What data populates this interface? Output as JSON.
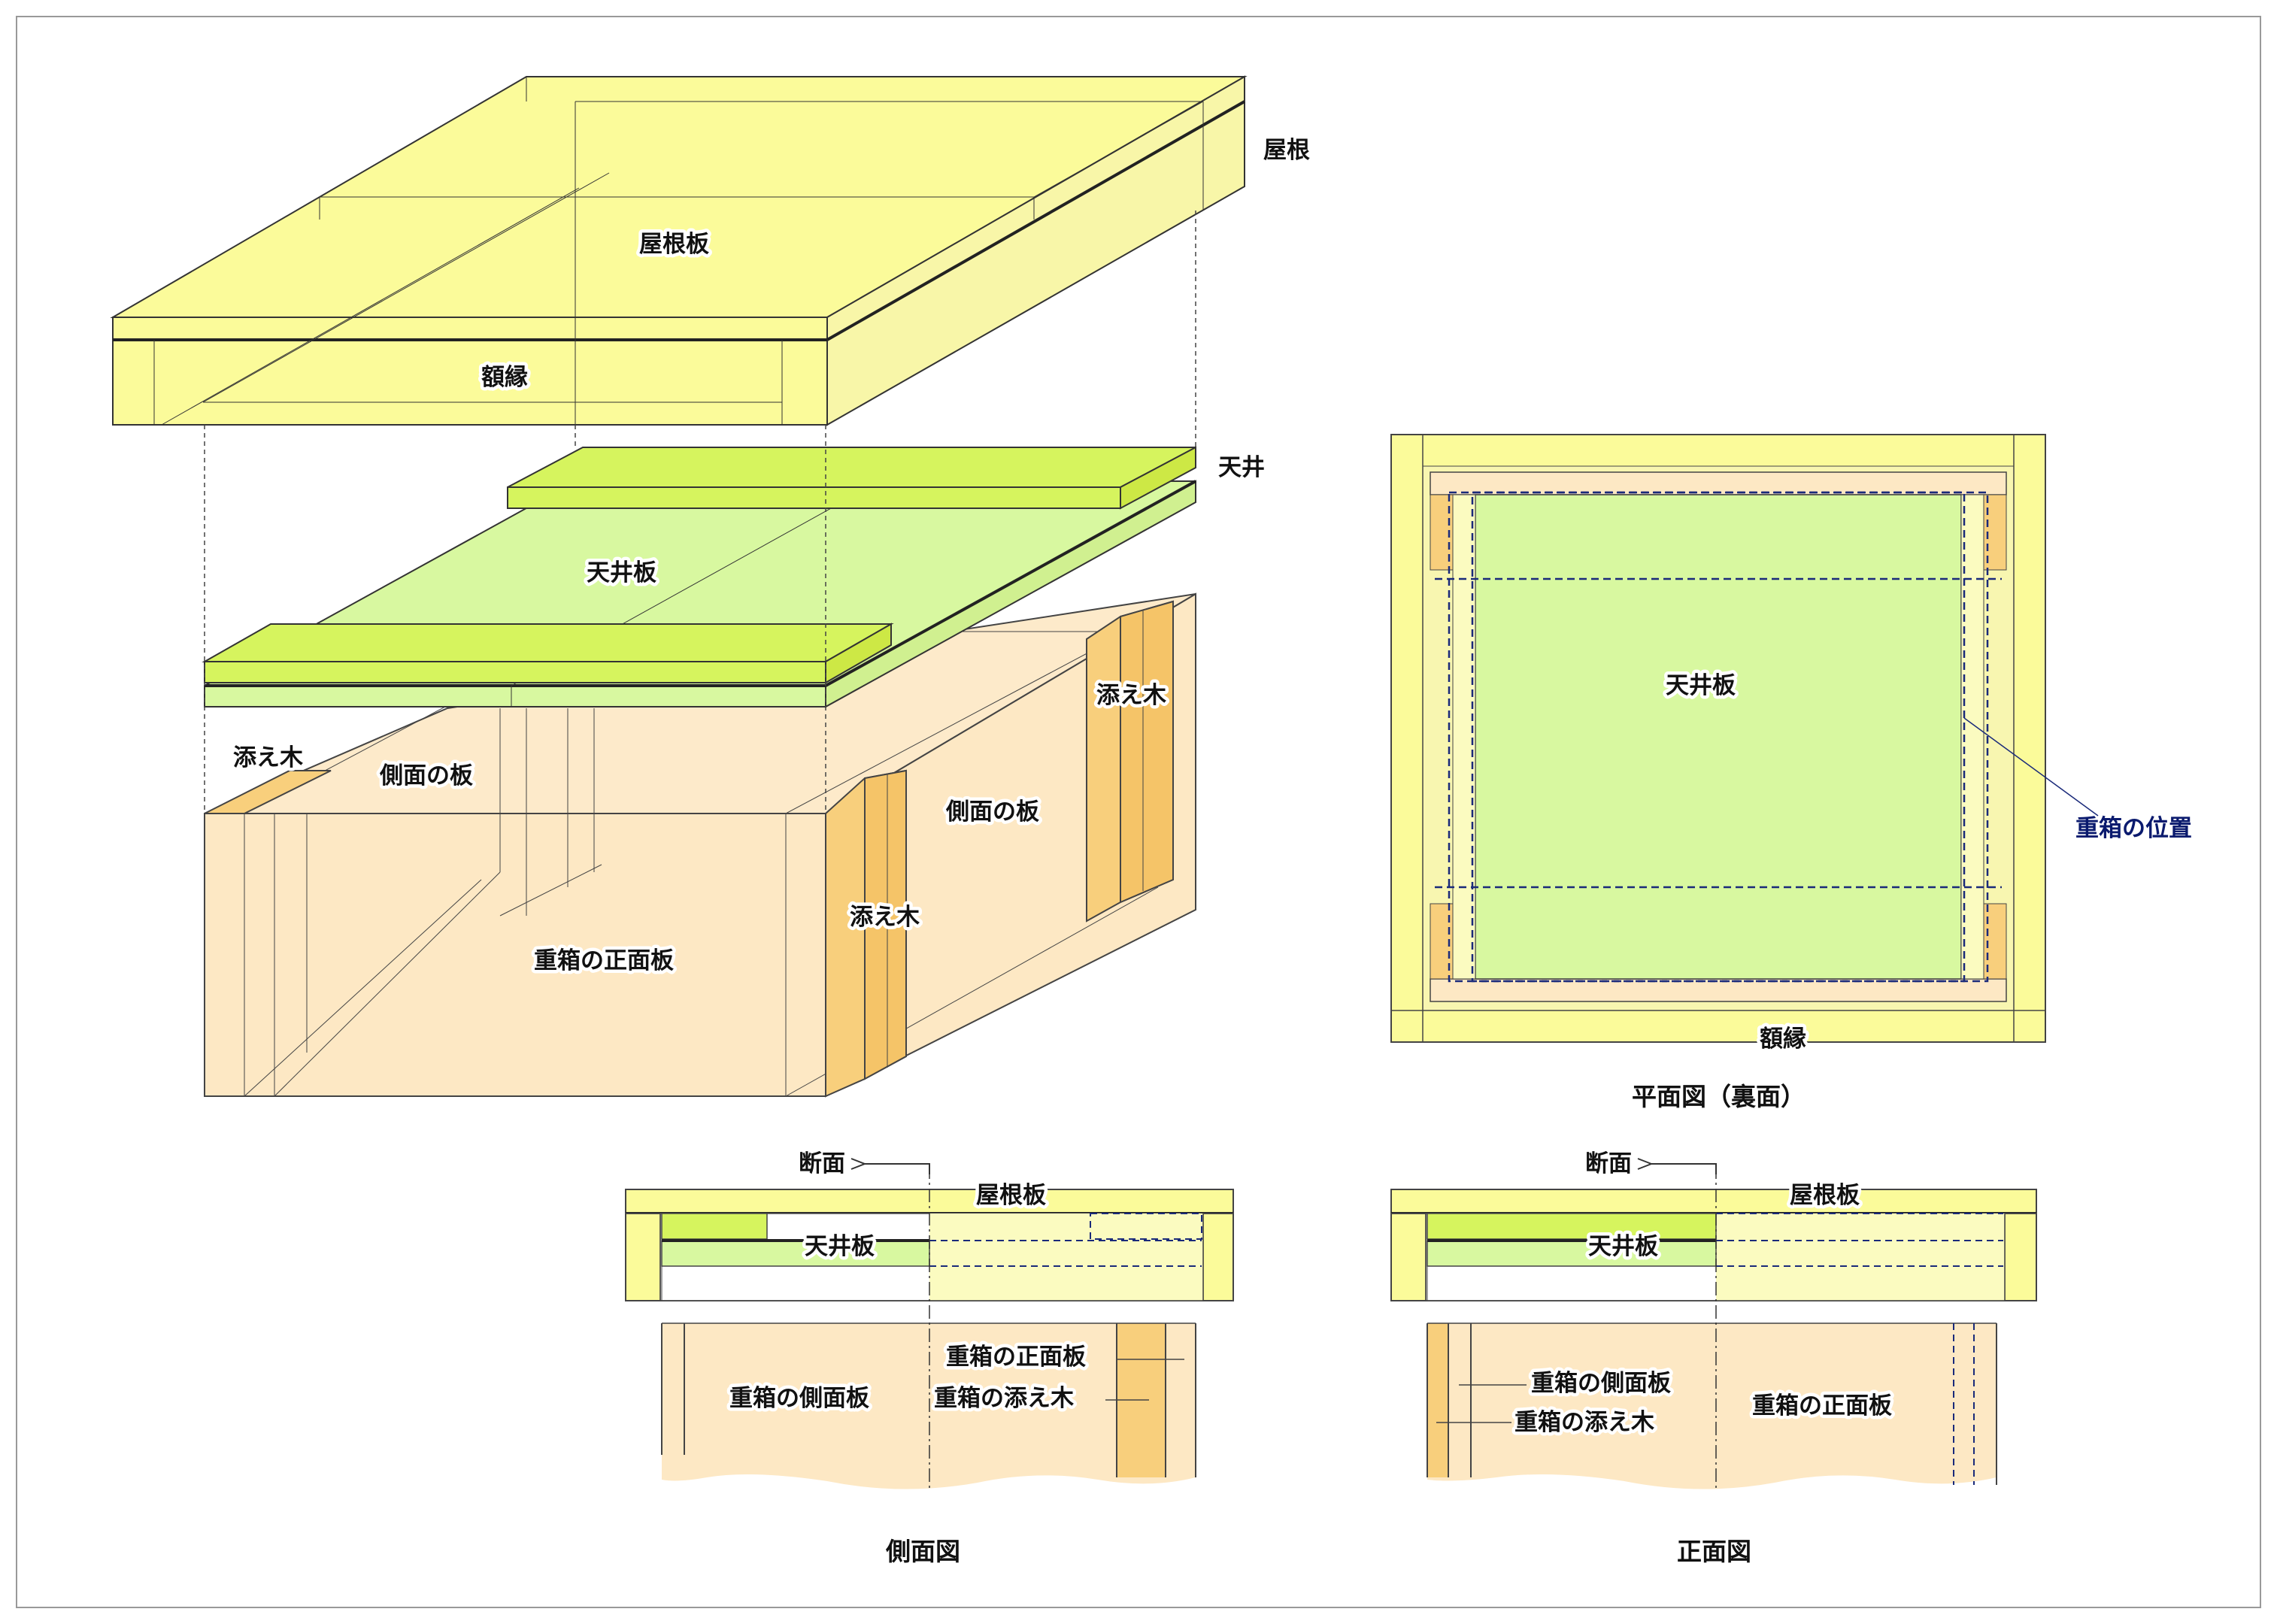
{
  "colors": {
    "roof": "#fbfb9a",
    "roof_side": "#f8f6a8",
    "ceiling_board": "#d8f8a0",
    "ceiling_bar": "#d6f45e",
    "box": "#fde8c4",
    "box_post": "#f8cf7c",
    "line": "#333333",
    "blue_dash": "#1a2a7a"
  },
  "exploded": {
    "roof": "屋根",
    "roof_board": "屋根板",
    "frame": "額縁",
    "ceiling": "天井",
    "ceiling_board": "天井板",
    "spacer_left": "添え木",
    "spacer_front": "添え木",
    "spacer_right": "添え木",
    "side_board_left": "側面の板",
    "side_board_right": "側面の板",
    "front_board": "重箱の正面板"
  },
  "plan": {
    "ceiling_board": "天井板",
    "box_position": "重箱の位置",
    "frame": "額縁",
    "title": "平面図（裏面）"
  },
  "side_view": {
    "section": "断面",
    "roof_board": "屋根板",
    "ceiling_board": "天井板",
    "box_side": "重箱の側面板",
    "box_front": "重箱の正面板",
    "box_spacer": "重箱の添え木",
    "title": "側面図"
  },
  "front_view": {
    "section": "断面",
    "roof_board": "屋根板",
    "ceiling_board": "天井板",
    "box_side": "重箱の側面板",
    "box_spacer": "重箱の添え木",
    "box_front": "重箱の正面板",
    "title": "正面図"
  }
}
